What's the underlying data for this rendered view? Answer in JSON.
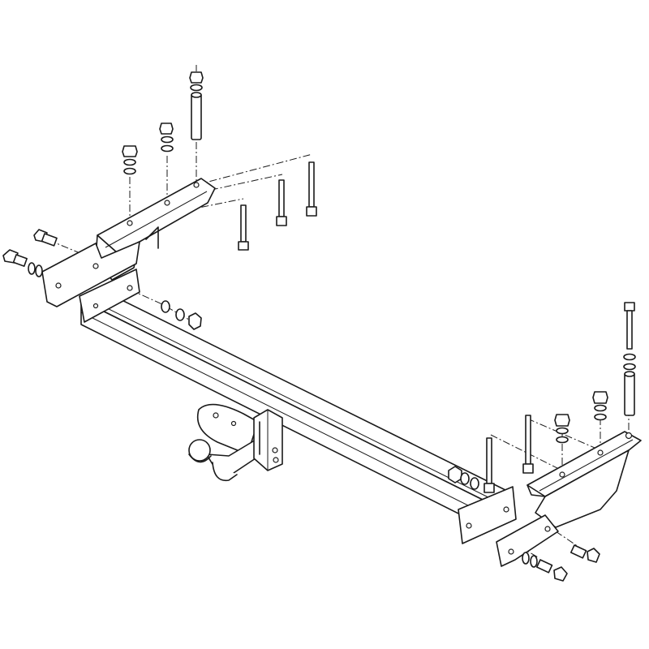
{
  "diagram": {
    "kind": "exploded-assembly",
    "subject": "tow bar",
    "colors": {
      "line": "#1a1a1a",
      "background": "#ffffff"
    },
    "parts": [
      "crossbar",
      "left-mounting-bracket",
      "right-mounting-bracket",
      "tow-ball",
      "ball-mounting-plate",
      "socket-plate",
      "bolts",
      "nuts",
      "washers",
      "spacer-tubes"
    ]
  }
}
